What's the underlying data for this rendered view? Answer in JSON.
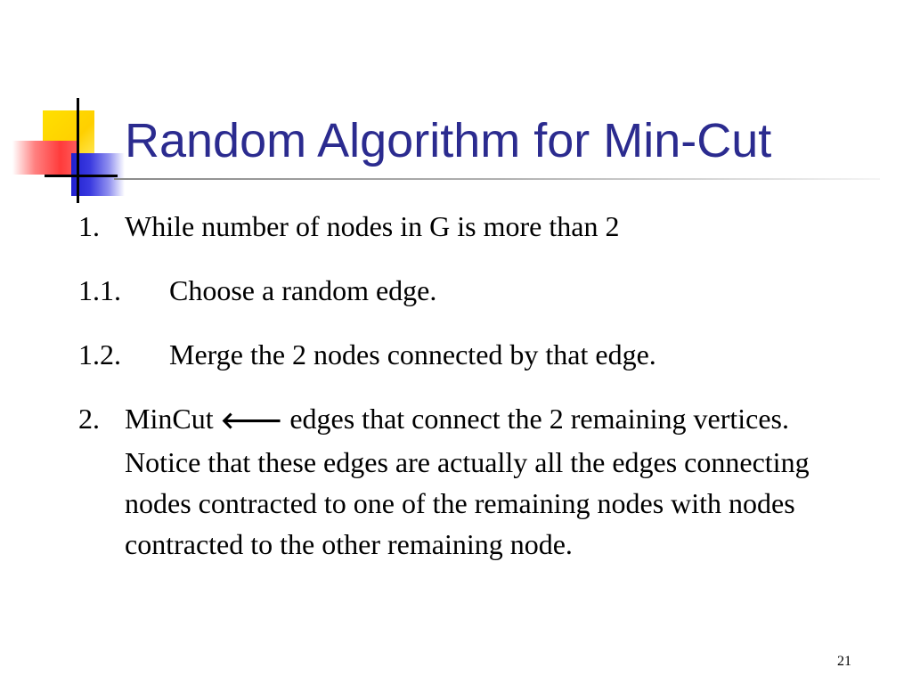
{
  "slide": {
    "title": "Random Algorithm for Min-Cut",
    "items": [
      {
        "number": "1.",
        "text": "While number of nodes in G is more than 2"
      },
      {
        "number": "1.1.",
        "text": "Choose a random edge."
      },
      {
        "number": "1.2.",
        "text": "Merge the 2 nodes connected by that edge."
      },
      {
        "number": "2.",
        "text_before_arrow": "MinCut ",
        "arrow_icon": "left-arrow-icon",
        "arrow_glyph": "🡐",
        "text_after_arrow": " edges that connect the 2 remaining vertices. Notice that these edges are actually all the edges connecting nodes contracted to one of the remaining nodes with nodes contracted to the other remaining node."
      }
    ],
    "page_number": "21"
  },
  "colors": {
    "title": "#2b2b8f",
    "body_text": "#000000",
    "accent_yellow": "#ffd000",
    "accent_red": "#ff3b3b",
    "accent_blue": "#2020d0"
  }
}
